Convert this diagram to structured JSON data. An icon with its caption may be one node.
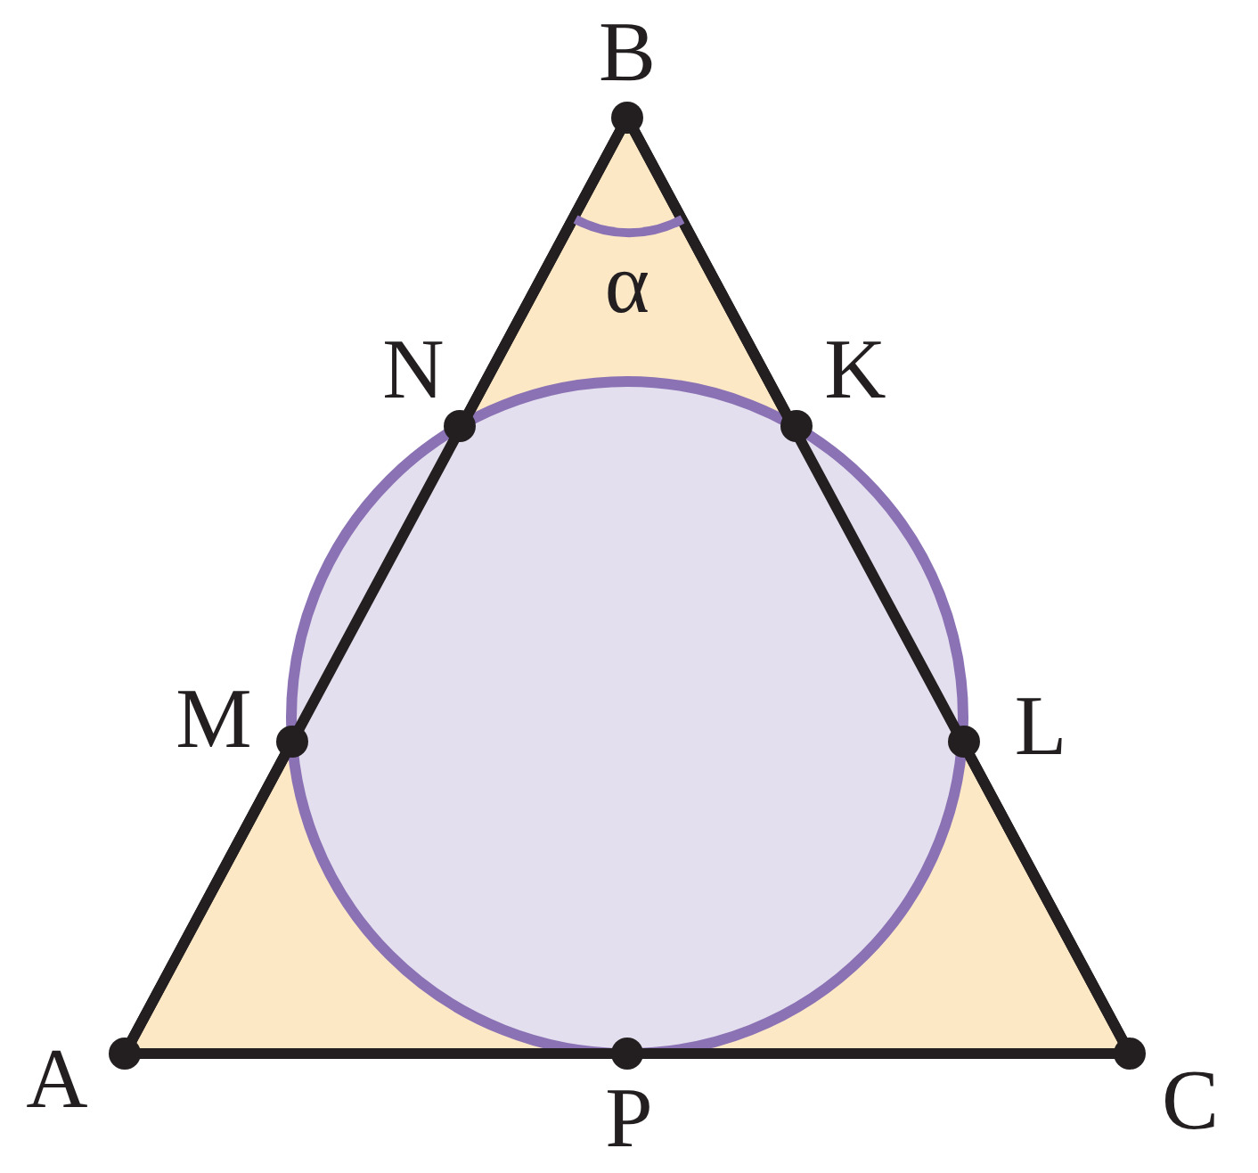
{
  "diagram": {
    "labels": [
      "B",
      "α",
      "N",
      "K",
      "M",
      "L",
      "A",
      "P",
      "C"
    ]
  }
}
